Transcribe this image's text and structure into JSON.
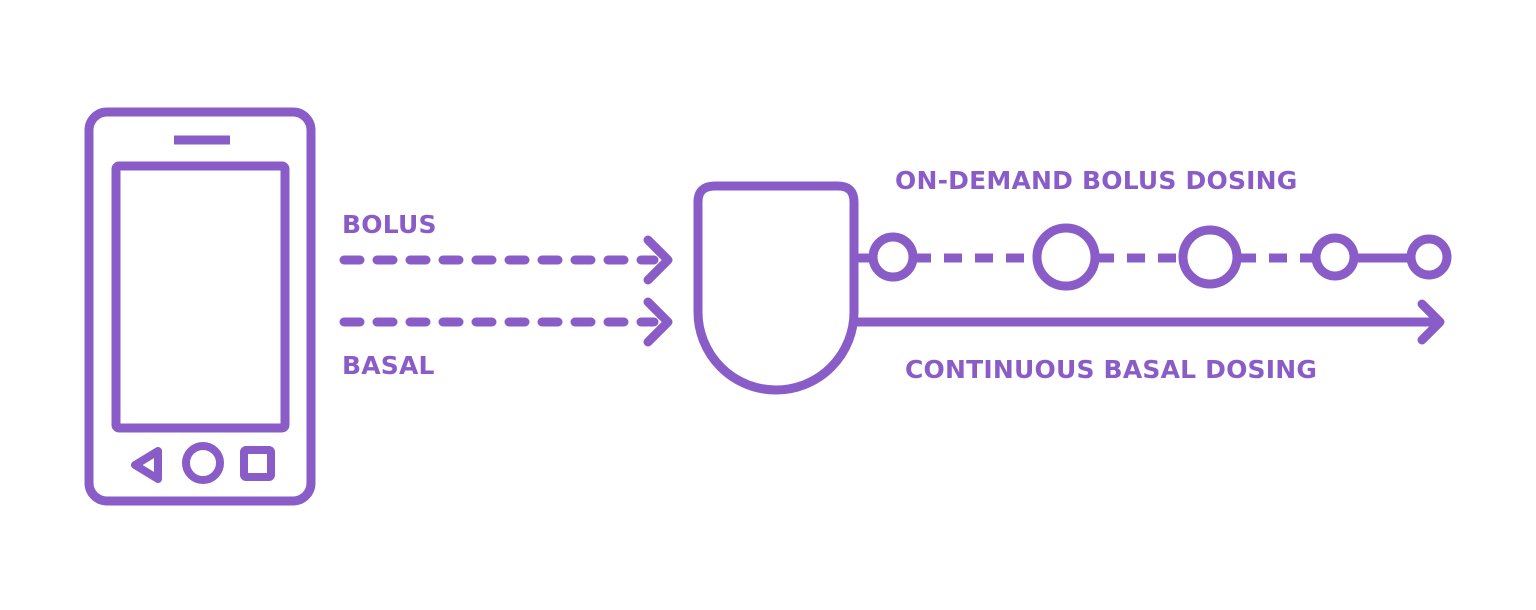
{
  "colors": {
    "accent": "#8a5cc7",
    "background": "#ffffff"
  },
  "labels": {
    "bolus": "BOLUS",
    "basal": "BASAL",
    "on_demand": "ON-DEMAND BOLUS DOSING",
    "continuous": "CONTINUOUS BASAL DOSING"
  },
  "icons": {
    "phone": "smartphone-icon",
    "pump": "insulin-pump-icon",
    "nav_back": "back-triangle-icon",
    "nav_home": "home-circle-icon",
    "nav_recent": "recent-square-icon"
  }
}
